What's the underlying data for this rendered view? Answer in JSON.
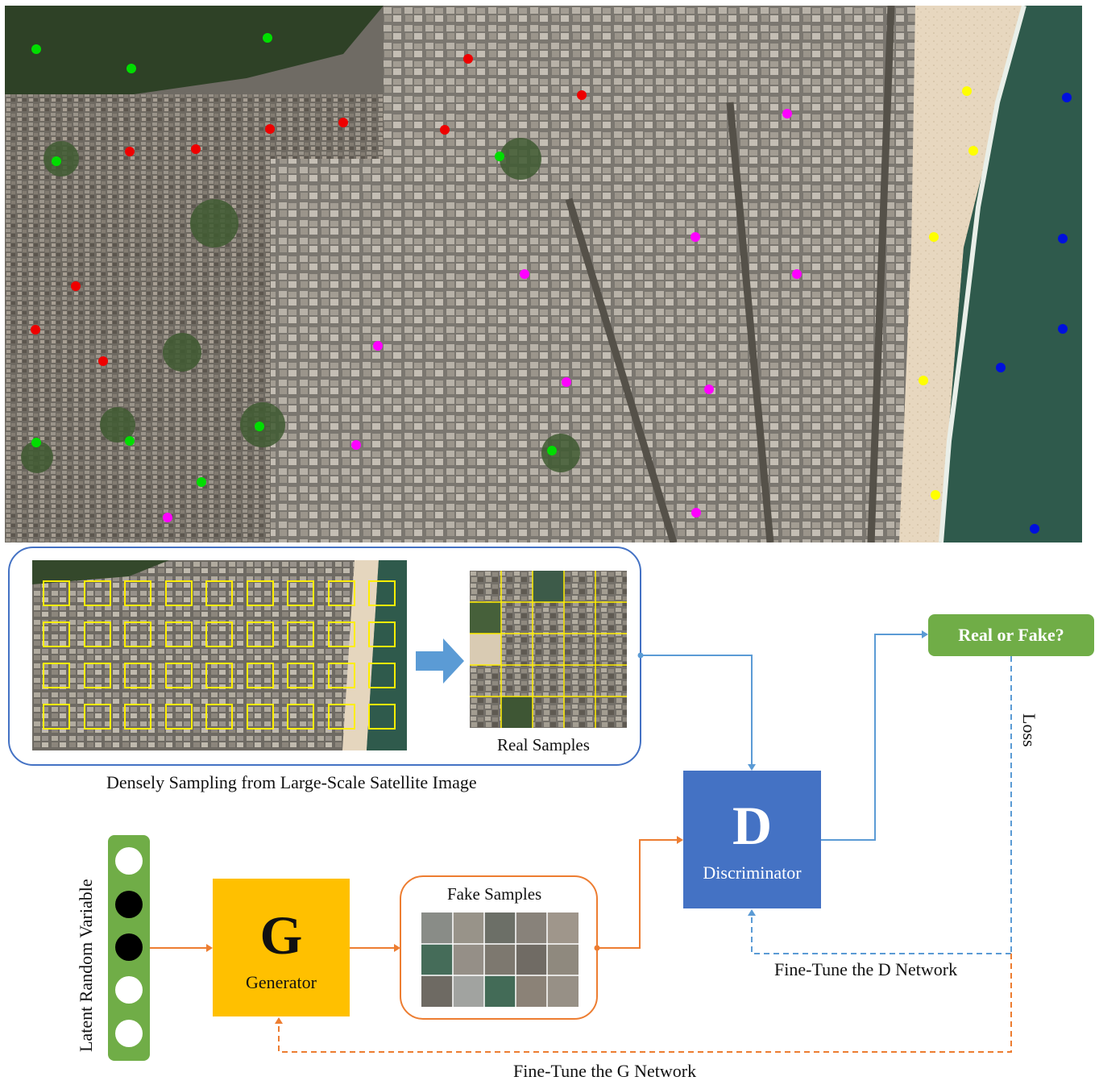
{
  "sampling": {
    "caption": "Densely Sampling from Large-Scale Satellite Image",
    "real_samples_label": "Real Samples"
  },
  "fake": {
    "label": "Fake Samples"
  },
  "discriminator": {
    "letter": "D",
    "name": "Discriminator"
  },
  "generator": {
    "letter": "G",
    "name": "Generator"
  },
  "output": {
    "label": "Real or Fake?"
  },
  "latent": {
    "label": "Latent Random Variable",
    "nodes": [
      "white",
      "black",
      "black",
      "white",
      "white"
    ]
  },
  "loss": {
    "label": "Loss"
  },
  "finetune": {
    "d_label": "Fine-Tune the D Network",
    "g_label": "Fine-Tune the G Network"
  },
  "colors": {
    "orange": "#ed7d31",
    "blue": "#5b9bd5",
    "discriminator": "#4472c4",
    "generator": "#ffc000",
    "green": "#70ad47",
    "grid": "#ffee00",
    "point_green": "#00dd00",
    "point_red": "#ee0000",
    "point_magenta": "#ff00ff",
    "point_yellow": "#ffff00",
    "point_blue": "#0010dd"
  }
}
